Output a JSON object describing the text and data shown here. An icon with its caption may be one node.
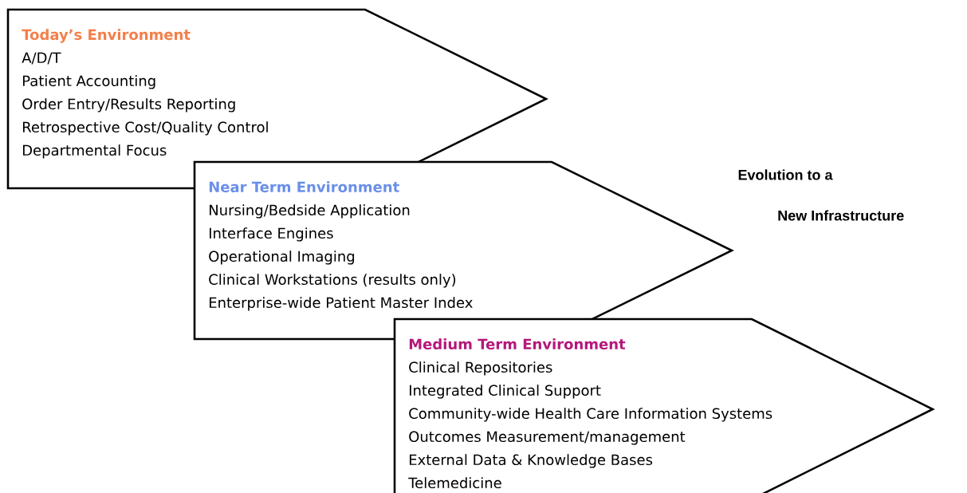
{
  "diagram": {
    "nodes": [
      {
        "text": [
          "Today’s Environment",
          "A/D/T",
          "Patient Accounting",
          "Order Entry/Results Reporting",
          "Retrospective Cost/Quality Control",
          "Departmental Focus"
        ]
      },
      {
        "text": [
          "Near Term Environment",
          "Nursing/Bedside Application",
          "Interface Engines",
          "Operational Imaging",
          "Clinical Workstations (results only)",
          "Enterprise-wide Patient Master Index"
        ]
      },
      {
        "text": [
          "Medium Term Environment",
          "Clinical Repositories",
          "Integrated Clinical Support",
          "Community-wide Health Care Information Systems",
          "Outcomes Measurement/management",
          "External Data & Knowledge Bases",
          "Telemedicine"
        ]
      }
    ],
    "labels": [
      "Evolution to a",
      "New Infrastructure"
    ]
  }
}
